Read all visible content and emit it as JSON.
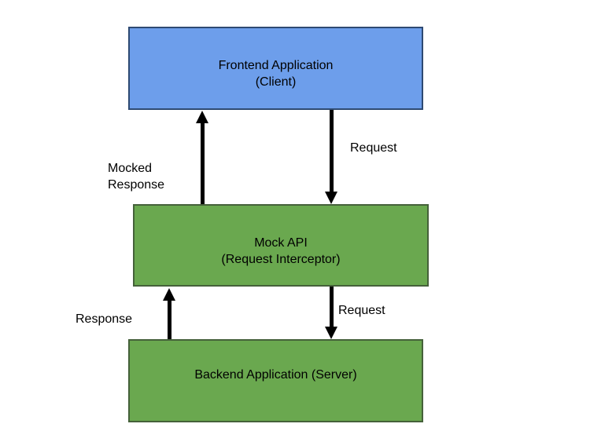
{
  "diagram": {
    "background": "#ffffff",
    "arrow_color": "#000000",
    "text_color": "#000000"
  },
  "boxes": {
    "frontend": {
      "line1": "Frontend Application",
      "line2": "(Client)",
      "fill": "#6D9EEB",
      "border": "#2E4A72"
    },
    "mock_api": {
      "line1": "Mock API",
      "line2": "(Request Interceptor)",
      "fill": "#6AA84F",
      "border": "#45613A"
    },
    "backend": {
      "line1": "Backend Application (Server)",
      "fill": "#6AA84F",
      "border": "#45613A"
    }
  },
  "arrows": {
    "request_top": {
      "label": "Request",
      "from": "frontend",
      "to": "mock_api",
      "direction": "down"
    },
    "mocked_response": {
      "label": "Mocked Response",
      "from": "mock_api",
      "to": "frontend",
      "direction": "up"
    },
    "request_bottom": {
      "label": "Request",
      "from": "mock_api",
      "to": "backend",
      "direction": "down"
    },
    "response": {
      "label": "Response",
      "from": "backend",
      "to": "mock_api",
      "direction": "up"
    }
  }
}
